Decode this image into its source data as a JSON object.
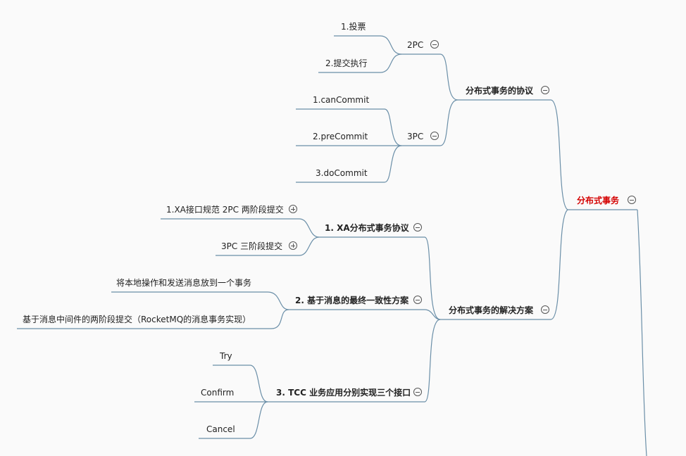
{
  "root": {
    "label": "分布式事务"
  },
  "protocols": {
    "label": "分布式事务的协议",
    "two_pc": {
      "label": "2PC",
      "items": [
        "1.投票",
        "2.提交执行"
      ]
    },
    "three_pc": {
      "label": "3PC",
      "items": [
        "1.canCommit",
        "2.preCommit",
        "3.doCommit"
      ]
    }
  },
  "solutions": {
    "label": "分布式事务的解决方案",
    "xa": {
      "label": "1. XA分布式事务协议",
      "items": [
        "1.XA接口规范 2PC 两阶段提交",
        "3PC 三阶段提交"
      ]
    },
    "mq": {
      "label": "2. 基于消息的最终一致性方案",
      "items": [
        "将本地操作和发送消息放到一个事务",
        "基于消息中间件的两阶段提交（RocketMQ的消息事务实现）"
      ]
    },
    "tcc": {
      "label": "3. TCC 业务应用分别实现三个接口",
      "items": [
        "Try",
        "Confirm",
        "Cancel"
      ]
    }
  },
  "colors": {
    "line": "#6b8fa8",
    "root_text": "#d40000"
  }
}
